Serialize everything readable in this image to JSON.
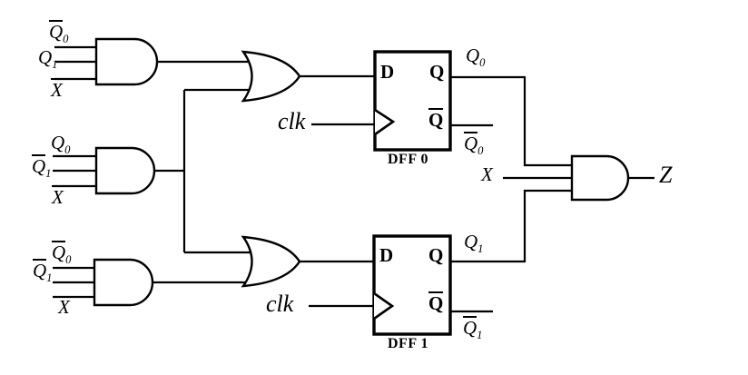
{
  "colors": {
    "wire": "#000000",
    "gate_fill": "#ffffff",
    "background": "#ffffff"
  },
  "and_gates": [
    {
      "position": "top-left",
      "inputs": [
        {
          "base": "Q",
          "bar": true,
          "sub": "0"
        },
        {
          "base": "Q",
          "bar": false,
          "sub": "1"
        },
        {
          "base": "X",
          "bar": true,
          "sub": ""
        }
      ]
    },
    {
      "position": "middle-left",
      "inputs": [
        {
          "base": "Q",
          "bar": false,
          "sub": "0"
        },
        {
          "base": "Q",
          "bar": true,
          "sub": "1"
        },
        {
          "base": "X",
          "bar": true,
          "sub": ""
        }
      ]
    },
    {
      "position": "bottom-left",
      "inputs": [
        {
          "base": "Q",
          "bar": true,
          "sub": "0"
        },
        {
          "base": "Q",
          "bar": true,
          "sub": "1"
        },
        {
          "base": "X",
          "bar": false,
          "sub": ""
        }
      ]
    }
  ],
  "flip_flops": [
    {
      "caption": "DFF 0",
      "port_d": "D",
      "port_q": "Q",
      "port_qbar": {
        "base": "Q",
        "bar": true,
        "sub": ""
      },
      "clk_label": "clk",
      "q_output_label": {
        "base": "Q",
        "bar": false,
        "sub": "0"
      },
      "qbar_output_label": {
        "base": "Q",
        "bar": true,
        "sub": "0"
      }
    },
    {
      "caption": "DFF 1",
      "port_d": "D",
      "port_q": "Q",
      "port_qbar": {
        "base": "Q",
        "bar": true,
        "sub": ""
      },
      "clk_label": "clk",
      "q_output_label": {
        "base": "Q",
        "bar": false,
        "sub": "1"
      },
      "qbar_output_label": {
        "base": "Q",
        "bar": true,
        "sub": "1"
      }
    }
  ],
  "output_gate": {
    "x_input_label": {
      "base": "X",
      "bar": false,
      "sub": ""
    },
    "output_label": {
      "base": "Z",
      "bar": false,
      "sub": ""
    }
  }
}
